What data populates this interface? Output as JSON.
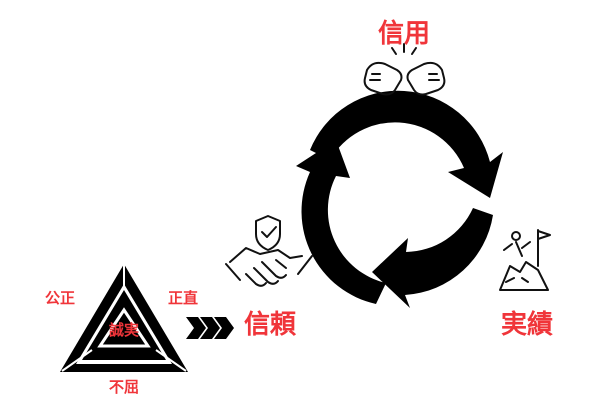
{
  "labels": {
    "shinyo": "信用",
    "shinrai": "信頼",
    "jisseki": "実績",
    "seijitsu": "誠実",
    "kosei": "公正",
    "shochoku": "正直",
    "fukutsu": "不屈"
  },
  "colors": {
    "accent": "#f0353a",
    "ink": "#111111",
    "background": "#ffffff"
  },
  "icons": [
    "fist-bump-icon",
    "handshake-shield-icon",
    "summit-flag-icon",
    "triangle-icon",
    "chevrons-icon",
    "cycle-arrows-icon"
  ]
}
